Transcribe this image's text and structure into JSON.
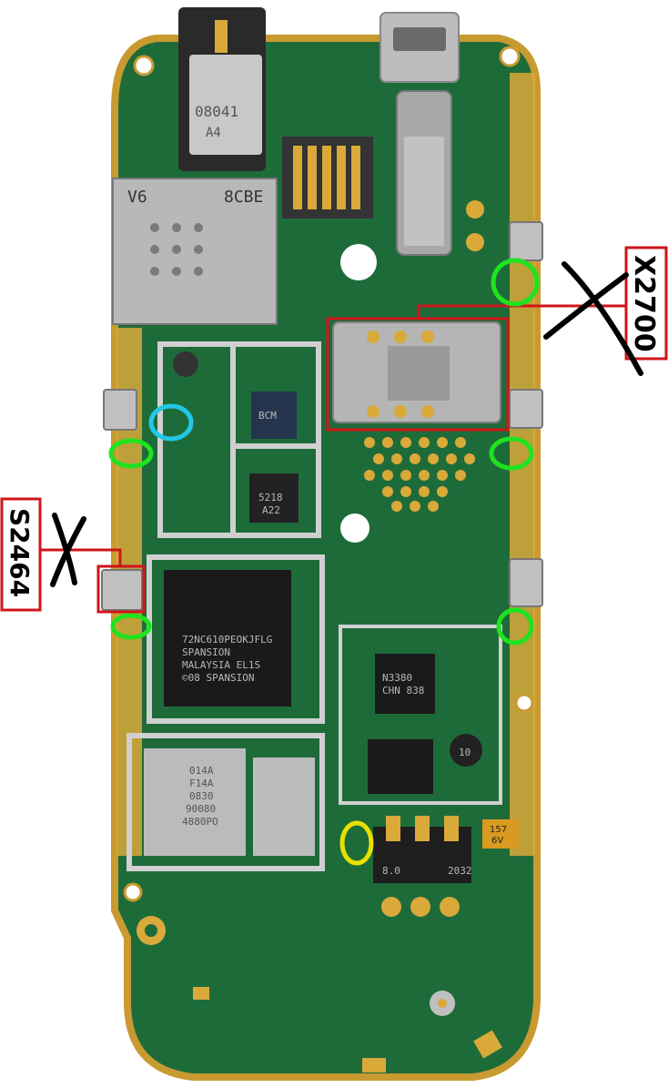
{
  "labels": {
    "x2700": "X2700",
    "s2464": "S2464"
  },
  "printed_text": {
    "audio_jack_code": "08041",
    "audio_jack_sub": "A4",
    "sim_reader_code": "8CBE",
    "sim_reader_v": "V6",
    "rf_chip": "BCM",
    "chip_5218": "5218",
    "chip_5218_sub": "A22",
    "cpu_line1": "72NC610PEOKJFLG",
    "cpu_line2": "SPANSION",
    "cpu_line3": "MALAYSIA EL1S",
    "cpu_line4": "©08 SPANSION",
    "mem_line1": "014A",
    "mem_line2": "F14A",
    "mem_line3": "0830",
    "mem_line4": "90080",
    "mem_line5": "4880PO",
    "pmu_line1": "N3380",
    "pmu_line2": "CHN 838",
    "cap_label": "157",
    "cap_sub": "6V",
    "connector_code": "8.0",
    "connector_num": "2032",
    "inductor_code": "10"
  },
  "colors": {
    "board_green": "#1e6b3a",
    "board_dark": "#17552d",
    "gold": "#d9a93a",
    "red_callout": "#d0151a",
    "green_mark": "#1fe31f",
    "cyan_mark": "#22c8e6",
    "yellow_mark": "#e8e000"
  }
}
